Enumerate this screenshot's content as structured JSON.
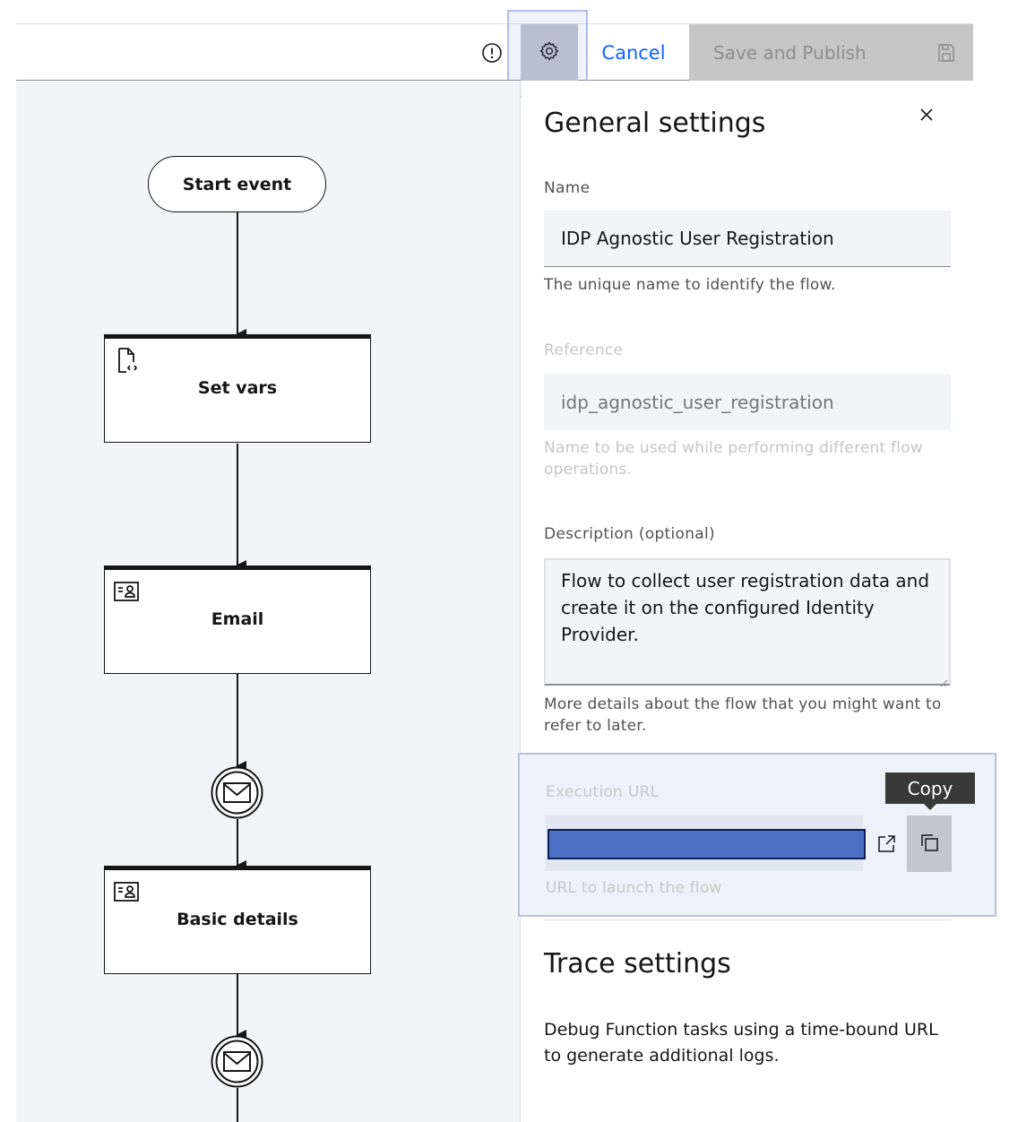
{
  "toolbar": {
    "cancel_label": "Cancel",
    "save_label": "Save and Publish"
  },
  "flow": {
    "start_label": "Start event",
    "nodes": [
      {
        "label": "Set vars",
        "icon": "script-document-icon"
      },
      {
        "label": "Email",
        "icon": "user-form-icon"
      },
      {
        "label": "Basic details",
        "icon": "user-form-icon"
      }
    ],
    "events": [
      "email-event-icon",
      "email-event-icon"
    ]
  },
  "panel": {
    "title": "General settings",
    "name": {
      "label": "Name",
      "value": "IDP Agnostic User Registration",
      "help": "The unique name to identify the flow."
    },
    "reference": {
      "label": "Reference",
      "placeholder": "idp_agnostic_user_registration",
      "help": "Name to be used while performing different flow operations."
    },
    "description": {
      "label": "Description (optional)",
      "value": "Flow to collect user registration data and create it on the configured Identity Provider.",
      "help": "More details about the flow that you might want to refer to later."
    },
    "execution_url": {
      "label": "Execution URL",
      "help": "URL to launch the flow",
      "tooltip": "Copy"
    },
    "trace": {
      "title": "Trace settings",
      "text": "Debug Function tasks using a time-bound URL to generate additional logs."
    }
  },
  "colors": {
    "accent": "#0f62fe",
    "canvas_bg": "#f2f4f8",
    "disabled_button": "#c6c6c6",
    "redaction": "#4c70c4"
  }
}
